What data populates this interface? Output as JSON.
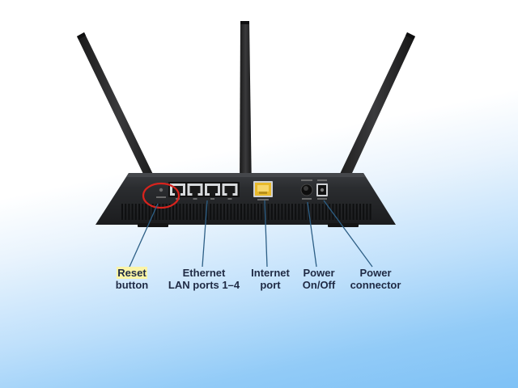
{
  "labels": {
    "reset": {
      "line1": "Reset",
      "line2": "button"
    },
    "ethernet": {
      "line1": "Ethernet",
      "line2": "LAN ports 1–4"
    },
    "internet": {
      "line1": "Internet",
      "line2": "port"
    },
    "power_switch": {
      "line1": "Power",
      "line2": "On/Off"
    },
    "power_connector": {
      "line1": "Power",
      "line2": "connector"
    }
  },
  "colors": {
    "router_body": "#2b2d30",
    "router_face": "#1c1d1f",
    "internet_port": "#e8b92b",
    "callout_line": "#2d5f86",
    "reset_highlight": "#fbf4a6",
    "reset_circle": "#d8231d",
    "label_text": "#1f2a44"
  }
}
